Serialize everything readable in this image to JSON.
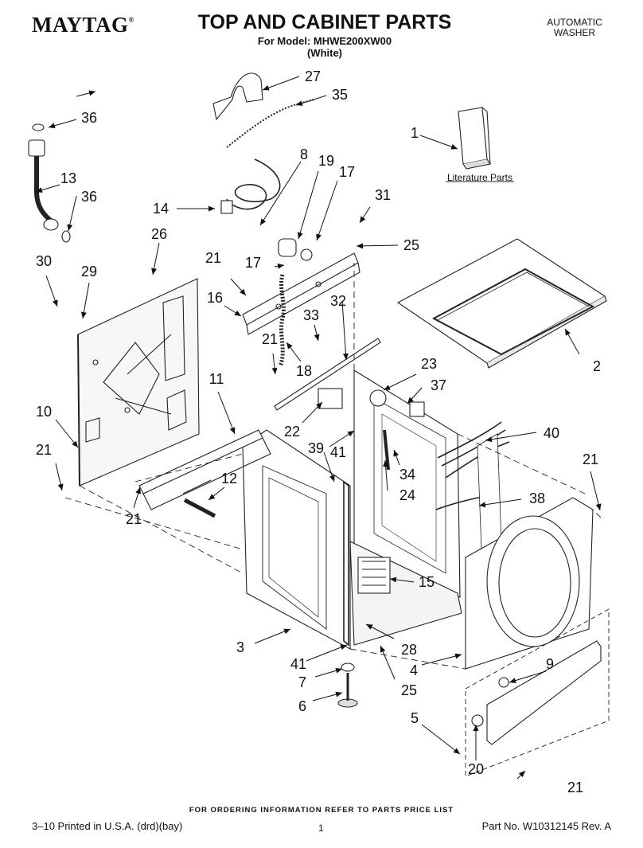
{
  "header": {
    "brand": "MAYTAG",
    "brand_mark": "®",
    "title": "TOP AND CABINET PARTS",
    "model_line": "For Model: MHWE200XW00",
    "color_line": "(White)",
    "product_type_line1": "AUTOMATIC",
    "product_type_line2": "WASHER"
  },
  "callouts": [
    "1",
    "2",
    "3",
    "4",
    "5",
    "6",
    "7",
    "8",
    "9",
    "10",
    "11",
    "12",
    "13",
    "14",
    "15",
    "16",
    "17",
    "18",
    "19",
    "20",
    "21",
    "22",
    "23",
    "24",
    "25",
    "26",
    "27",
    "28",
    "29",
    "30",
    "31",
    "32",
    "33",
    "34",
    "35",
    "36",
    "37",
    "38",
    "39",
    "40",
    "41"
  ],
  "literature_label": "Literature Parts",
  "footer": {
    "ordering_note": "FOR ORDERING INFORMATION REFER TO PARTS PRICE LIST",
    "print_info": "3–10 Printed in U.S.A. (drd)(bay)",
    "page_number": "1",
    "part_number": "Part No. W10312145 Rev. A"
  }
}
